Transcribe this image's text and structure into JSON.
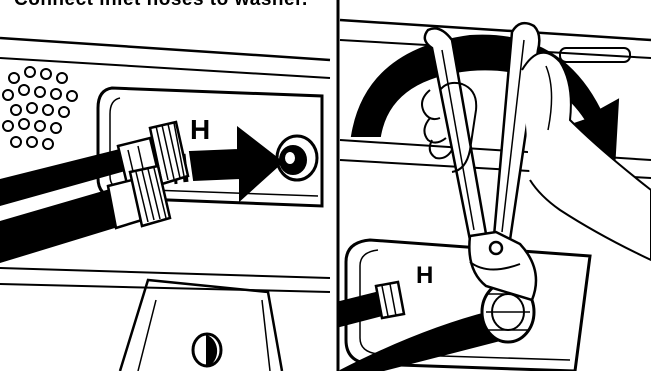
{
  "top_caption": "Connect inlet hoses to washer.",
  "labels": {
    "hot_inlet_left": "H",
    "hot_inlet_right": "H"
  },
  "colors": {
    "line": "#000000",
    "background": "#ffffff"
  }
}
